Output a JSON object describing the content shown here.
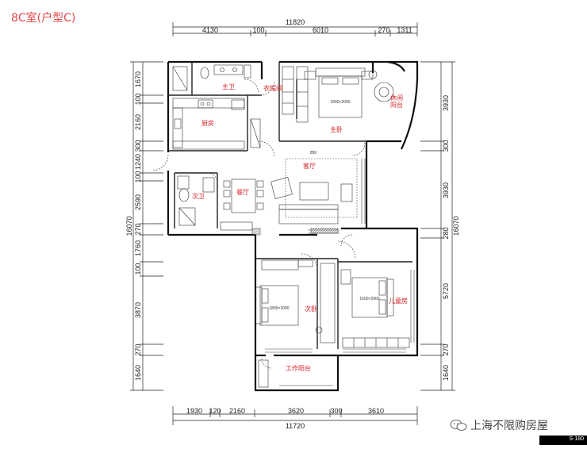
{
  "title": "8C室(户型C)",
  "dimensions": {
    "top_total": "11820",
    "top_segments": [
      "4130",
      "100",
      "6010",
      "270",
      "1311"
    ],
    "bottom_total": "11720",
    "bottom_segments": [
      "1930",
      "120",
      "2160",
      "3620",
      "300",
      "3610"
    ],
    "left_total": "16070",
    "left_segments": [
      "1670",
      "100",
      "2160",
      "300",
      "1240",
      "100",
      "2590",
      "270",
      "1760",
      "100",
      "3870",
      "270",
      "1640"
    ],
    "right_total": "16070",
    "right_segments": [
      "3930",
      "300",
      "3930",
      "280",
      "5720",
      "270",
      "1640"
    ]
  },
  "rooms": {
    "master_bath": "主卫",
    "cloakroom": "衣帽间",
    "master_bedroom": "主卧",
    "leisure_balcony": "休闲\n阳台",
    "kitchen": "厨房",
    "living_room": "客厅",
    "second_bath": "次卫",
    "dining_room": "餐厅",
    "second_bedroom": "次卧",
    "kids_room": "儿童房",
    "work_balcony": "工作阳台"
  },
  "bed_sizes": {
    "master": "1800×2000",
    "second": "1800×2000",
    "kids": "1500×2000"
  },
  "fixture_label": "850",
  "watermark": "上海不限购房屋",
  "sheet_no": "S-180"
}
